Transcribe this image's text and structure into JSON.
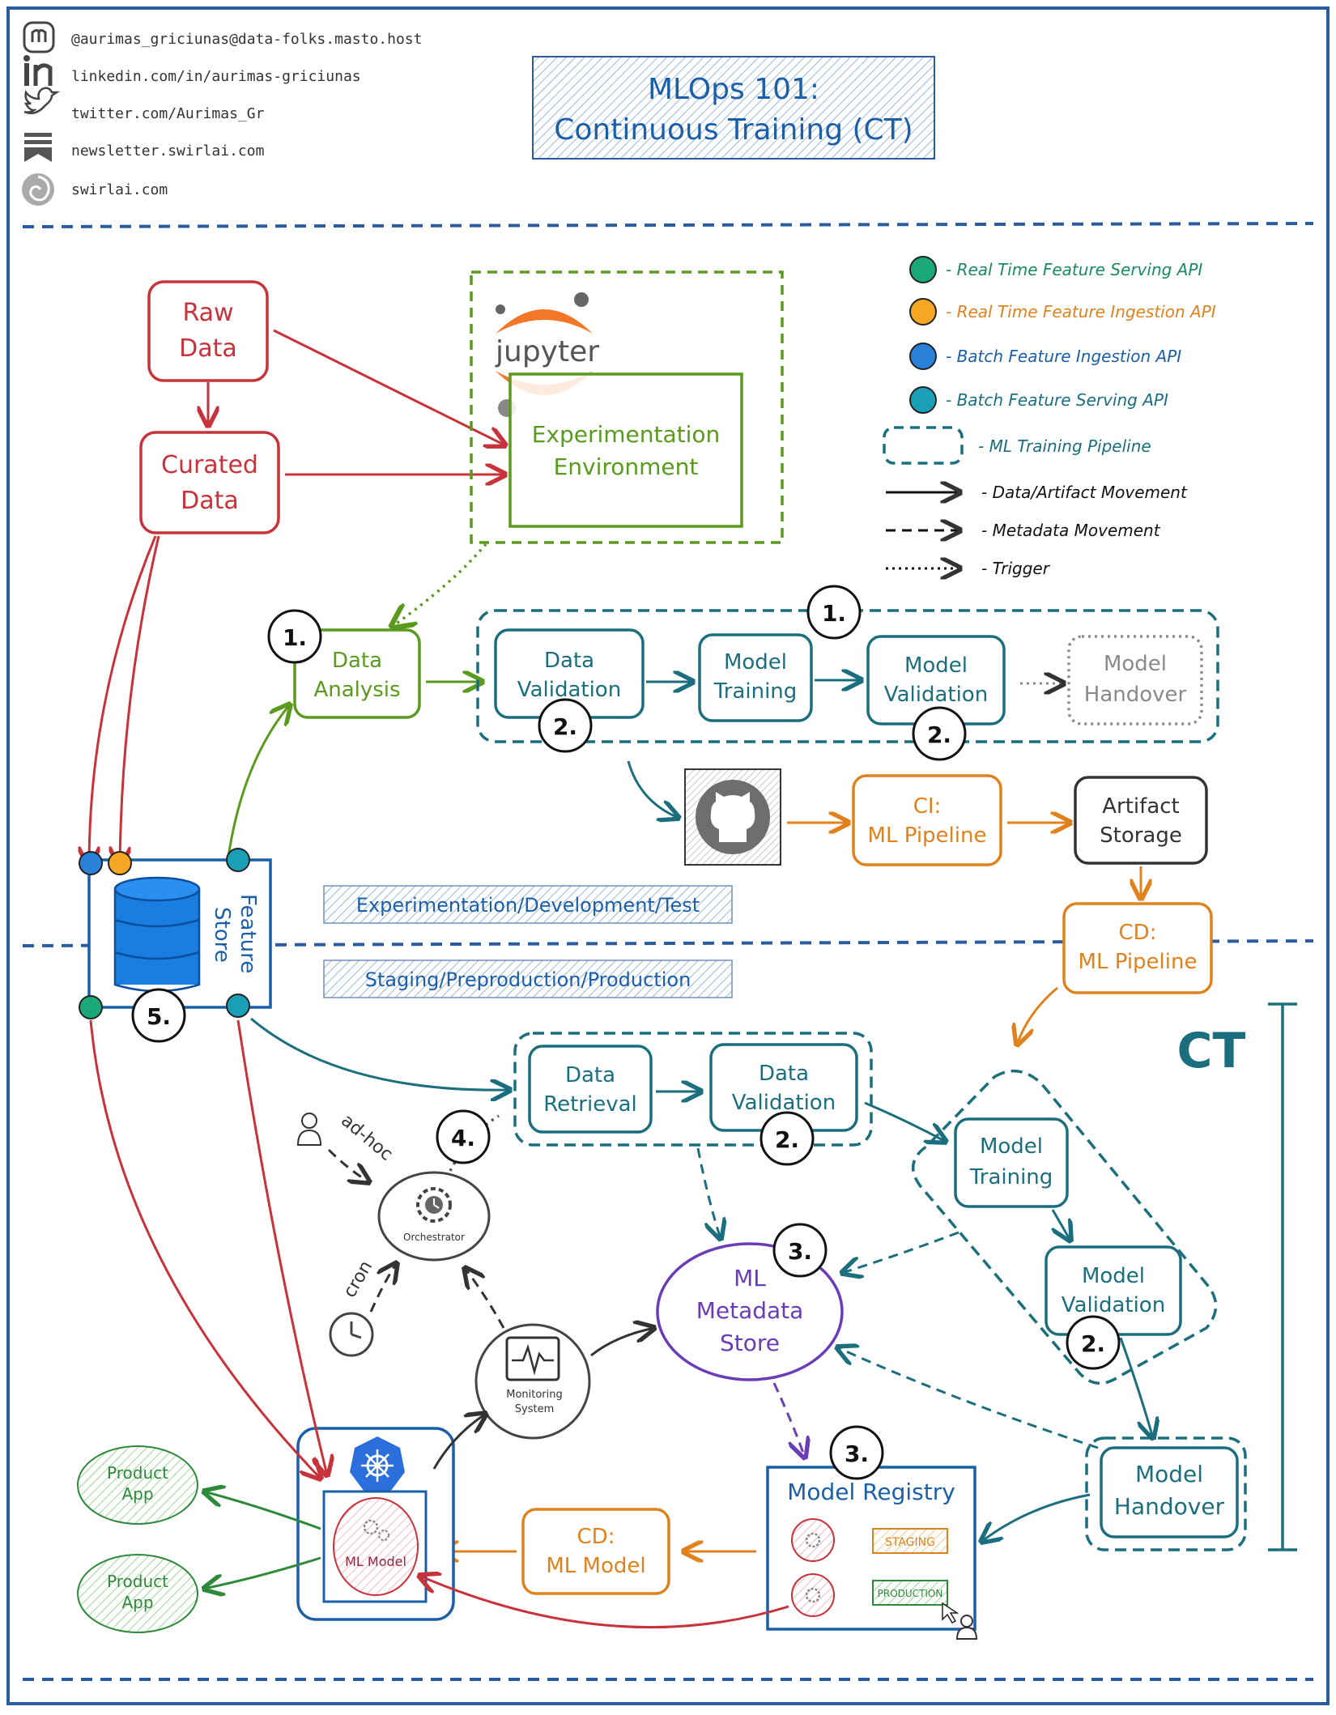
{
  "social": {
    "mastodon": "@aurimas_griciunas@data-folks.masto.host",
    "linkedin": "linkedin.com/in/aurimas-griciunas",
    "twitter": "twitter.com/Aurimas_Gr",
    "newsletter": "newsletter.swirlai.com",
    "website": "swirlai.com"
  },
  "title": {
    "line1": "MLOps 101:",
    "line2": "Continuous Training (CT)"
  },
  "legend": {
    "rt_serving": "- Real Time Feature Serving API",
    "rt_ingestion": "- Real Time Feature Ingestion API",
    "batch_ingestion": "- Batch Feature Ingestion API",
    "batch_serving": "- Batch Feature Serving API",
    "pipeline": "- ML Training Pipeline",
    "data_movement": "- Data/Artifact Movement",
    "metadata_movement": "- Metadata Movement",
    "trigger": "- Trigger"
  },
  "colors": {
    "red": "#c8323a",
    "green": "#5a9a1e",
    "teal": "#1a6e7e",
    "orange": "#e0821c",
    "blue": "#1b5fa8",
    "purple": "#6a3cb8",
    "dark": "#333333",
    "gray": "#8a8a8a",
    "dot_green": "#1aa878",
    "dot_orange": "#f5a623",
    "dot_blue": "#2a82d8",
    "dot_teal": "#19a0b8"
  },
  "nodes": {
    "raw_data": {
      "line1": "Raw",
      "line2": "Data"
    },
    "curated_data": {
      "line1": "Curated",
      "line2": "Data"
    },
    "jupyter_word": "jupyter",
    "experimentation": {
      "line1": "Experimentation",
      "line2": "Environment"
    },
    "data_analysis": {
      "line1": "Data",
      "line2": "Analysis"
    },
    "dev_data_validation": {
      "line1": "Data",
      "line2": "Validation"
    },
    "dev_model_training": {
      "line1": "Model",
      "line2": "Training"
    },
    "dev_model_validation": {
      "line1": "Model",
      "line2": "Validation"
    },
    "dev_model_handover": {
      "line1": "Model",
      "line2": "Handover"
    },
    "ci_pipeline": {
      "line1": "CI:",
      "line2": "ML Pipeline"
    },
    "artifact_storage": {
      "line1": "Artifact",
      "line2": "Storage"
    },
    "cd_pipeline": {
      "line1": "CD:",
      "line2": "ML Pipeline"
    },
    "feature_store": {
      "line1": "Feature",
      "line2": "Store"
    },
    "env_dev": "Experimentation/Development/Test",
    "env_prod": "Staging/Preproduction/Production",
    "data_retrieval": {
      "line1": "Data",
      "line2": "Retrieval"
    },
    "prod_data_validation": {
      "line1": "Data",
      "line2": "Validation"
    },
    "prod_model_training": {
      "line1": "Model",
      "line2": "Training"
    },
    "prod_model_validation": {
      "line1": "Model",
      "line2": "Validation"
    },
    "prod_model_handover": {
      "line1": "Model",
      "line2": "Handover"
    },
    "ml_metadata_store": {
      "line1": "ML",
      "line2": "Metadata",
      "line3": "Store"
    },
    "orchestrator": "Orchestrator",
    "monitoring": {
      "line1": "Monitoring",
      "line2": "System"
    },
    "ad_hoc": "ad-hoc",
    "cron": "cron",
    "model_registry": "Model Registry",
    "staging_tag": "STAGING",
    "production_tag": "PRODUCTION",
    "cd_model": {
      "line1": "CD:",
      "line2": "ML Model"
    },
    "ml_model": "ML Model",
    "product_app": {
      "line1": "Product",
      "line2": "App"
    },
    "ct_label": "CT"
  },
  "badges": {
    "one": "1.",
    "two": "2.",
    "three": "3.",
    "four": "4.",
    "five": "5."
  }
}
